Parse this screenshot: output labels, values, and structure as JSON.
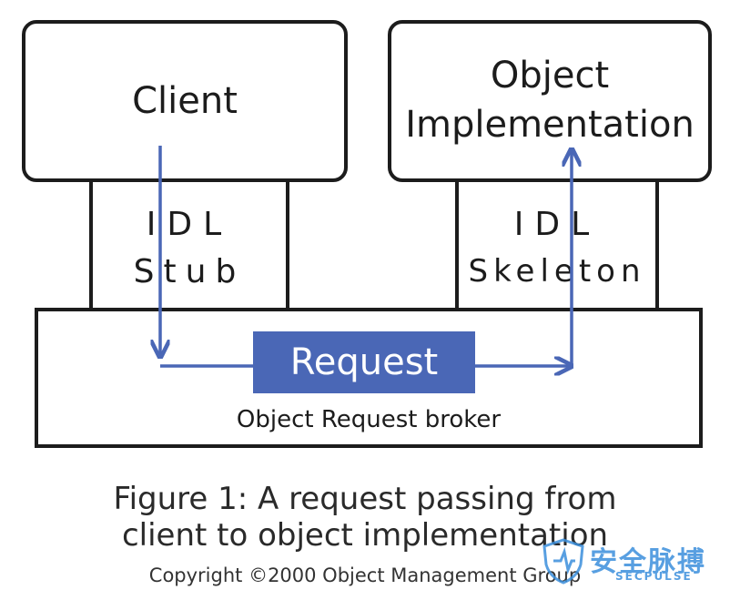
{
  "diagram": {
    "client": "Client",
    "object_implementation": [
      "Object",
      "Implementation"
    ],
    "idl_stub": [
      "IDL",
      "Stub"
    ],
    "idl_skeleton": [
      "IDL",
      "Skeleton"
    ],
    "request": "Request",
    "orb": "Object Request broker",
    "arrow_color": "#4a67b6",
    "request_fill": "#4a67b6"
  },
  "caption": {
    "line1": "Figure 1:  A request passing from",
    "line2": "client to object implementation",
    "copyright": "Copyright ©2000 Object Management Group"
  },
  "watermark": {
    "title": "安全脉搏",
    "subtitle": "SECPULSE",
    "color": "#3b8fdc"
  }
}
